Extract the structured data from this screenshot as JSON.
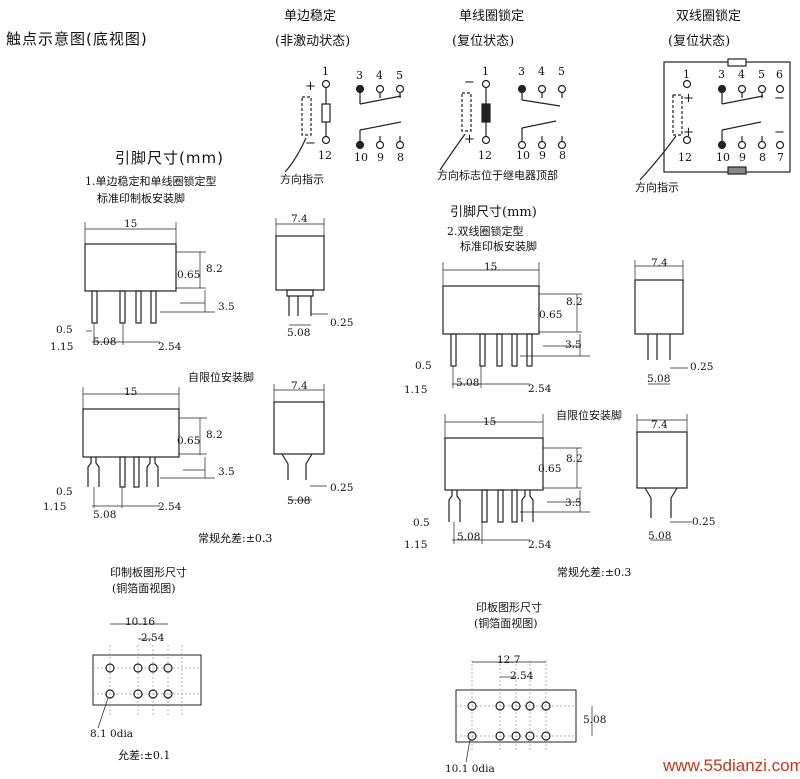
{
  "headers": {
    "contact_diagram": "触点示意图(底视图)",
    "single_side": "单边稳定",
    "single_side_sub": "(非激动状态)",
    "single_latch": "单线圈锁定",
    "single_latch_sub": "(复位状态)",
    "double_latch": "双线圈锁定",
    "double_latch_sub": "(复位状态)"
  },
  "contact": {
    "pins_top": [
      "1",
      "3",
      "4",
      "5"
    ],
    "pins_bottom": [
      "12",
      "10",
      "9",
      "8"
    ],
    "double_pins_top": [
      "1",
      "3",
      "4",
      "5",
      "6"
    ],
    "double_pins_bottom": [
      "12",
      "10",
      "9",
      "8",
      "7"
    ],
    "plus": "+",
    "minus": "−",
    "dir_label_1": "方向指示",
    "dir_label_2": "方向标志位于继电器顶部",
    "dir_label_3": "方向指示"
  },
  "section1": {
    "title": "引脚尺寸(mm)",
    "sub1": "1.单边稳定和单线圈锁定型",
    "sub2": "标准印制板安装脚",
    "alt": "自限位安装脚",
    "tolerance": "常规允差:±0.3"
  },
  "section2": {
    "title": "引脚尺寸(mm)",
    "sub1": "2.双线圈锁定型",
    "sub2": "标准印板安装脚",
    "alt": "自限位安装脚",
    "tolerance": "常规允差:±0.3"
  },
  "dims": {
    "w15": "15",
    "w74": "7.4",
    "h82": "8.2",
    "h065": "0.65",
    "h35": "3.5",
    "p05": "0.5",
    "p115": "1.15",
    "p508": "5.08",
    "p254": "2.54",
    "p025": "0.25"
  },
  "pcb1": {
    "title": "印制板图形尺寸",
    "sub": "(铜箔面视图)",
    "d1": "10.16",
    "d2": "2.54",
    "hole": "8.1 0dia",
    "tol": "允差:±0.1"
  },
  "pcb2": {
    "title": "印板图形尺寸",
    "sub": "(铜箔面视图)",
    "d1": "12.7",
    "d2": "2.54",
    "d3": "5.08",
    "hole": "10.1 0dia"
  },
  "watermark": "www.55dianzi.com"
}
